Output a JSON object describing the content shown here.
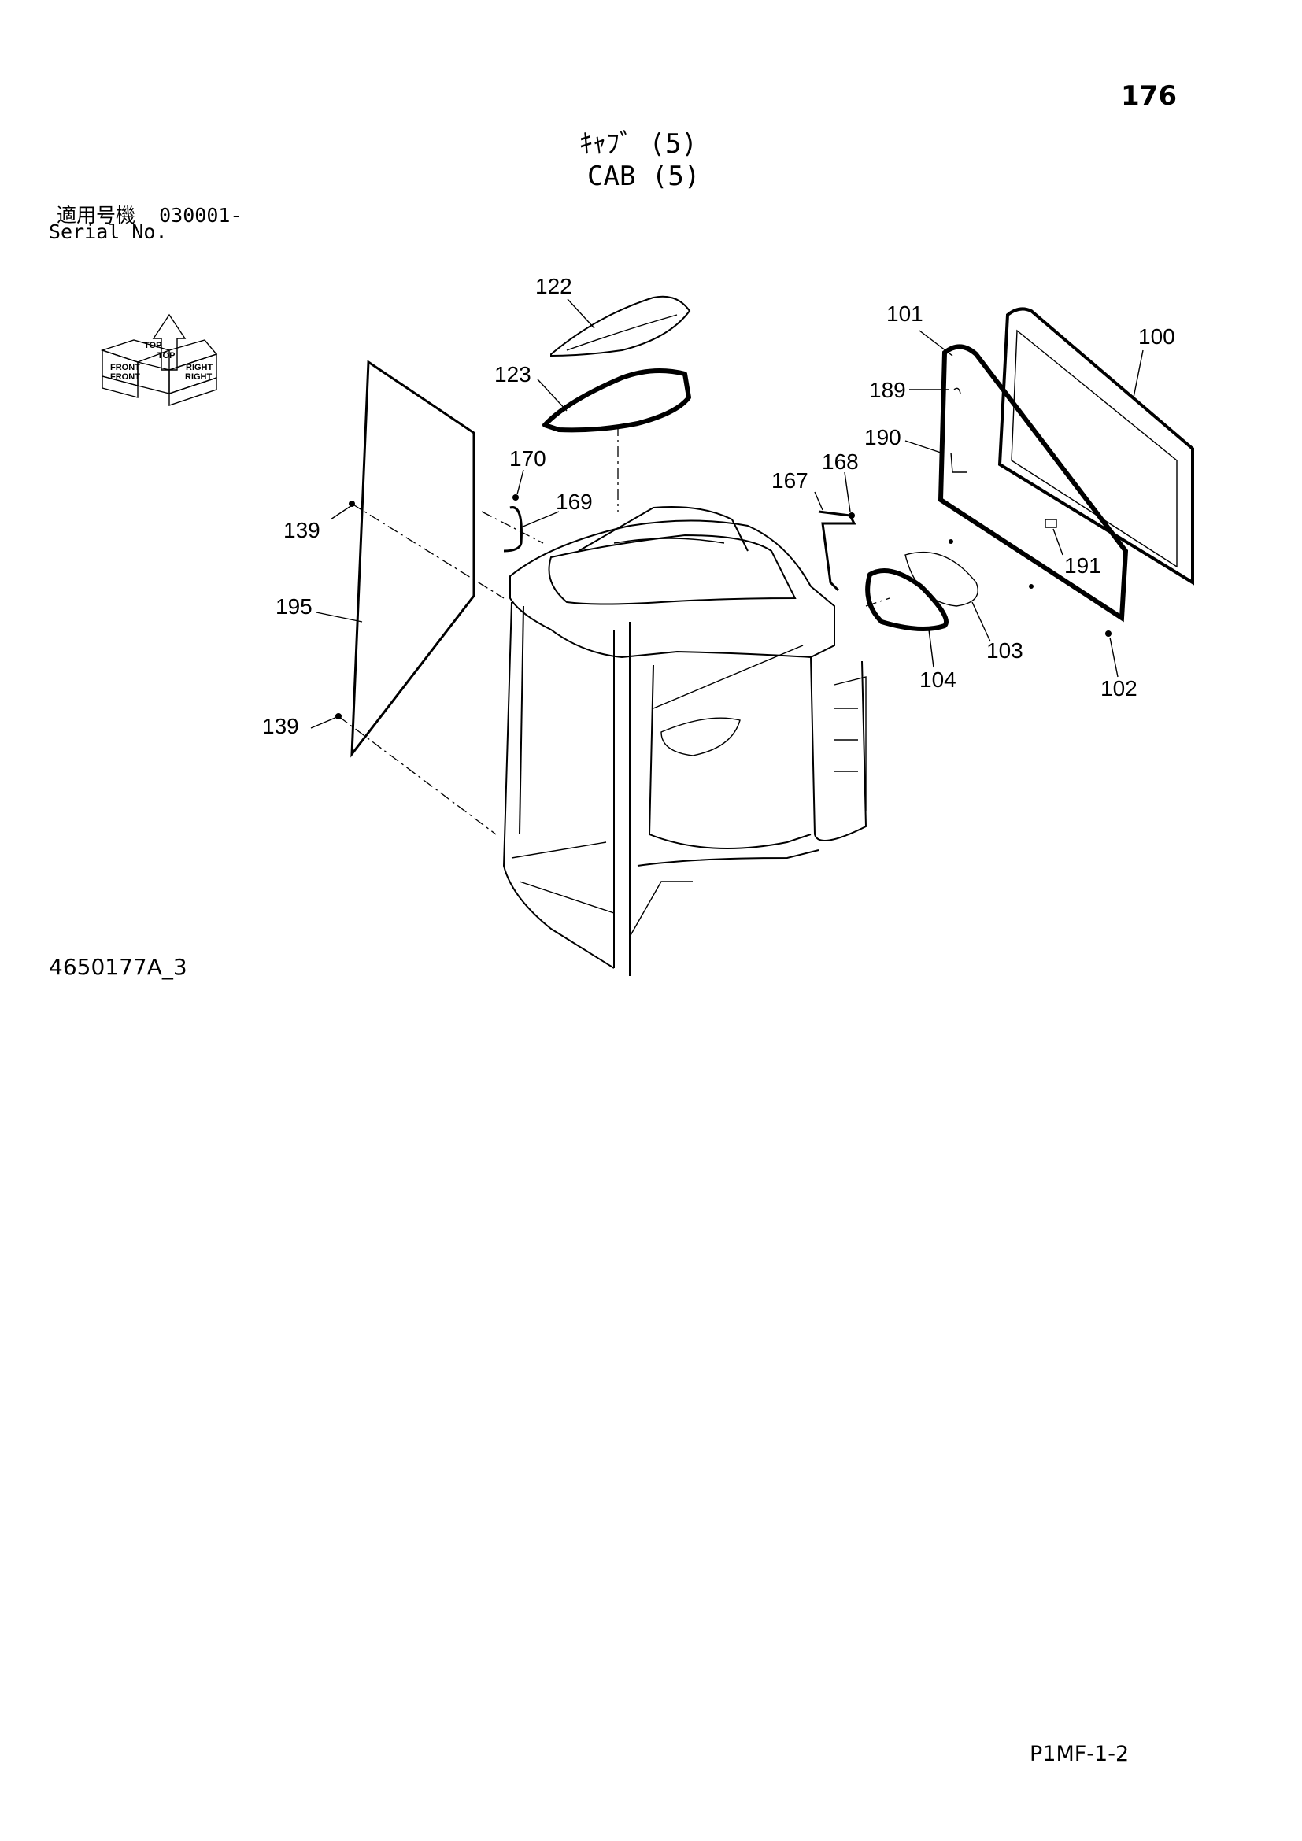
{
  "page": {
    "page_number": "176",
    "title_jp": "ｷｬﾌﾞ (5)",
    "title_en": "CAB (5)",
    "serial_label_jp": "適用号機",
    "serial_range": "030001-",
    "serial_label_en": "Serial No.",
    "drawing_number": "4650177A_3",
    "reference_code": "P1MF-1-2"
  },
  "orientation_indicator": {
    "labels": [
      "TOP",
      "FRONT",
      "RIGHT",
      "TOP",
      "FRONT",
      "RIGHT"
    ]
  },
  "part_callouts": [
    {
      "id": "122"
    },
    {
      "id": "123"
    },
    {
      "id": "170"
    },
    {
      "id": "169"
    },
    {
      "id": "139"
    },
    {
      "id": "195"
    },
    {
      "id": "139"
    },
    {
      "id": "167"
    },
    {
      "id": "168"
    },
    {
      "id": "101"
    },
    {
      "id": "100"
    },
    {
      "id": "189"
    },
    {
      "id": "190"
    },
    {
      "id": "191"
    },
    {
      "id": "103"
    },
    {
      "id": "104"
    },
    {
      "id": "102"
    }
  ]
}
